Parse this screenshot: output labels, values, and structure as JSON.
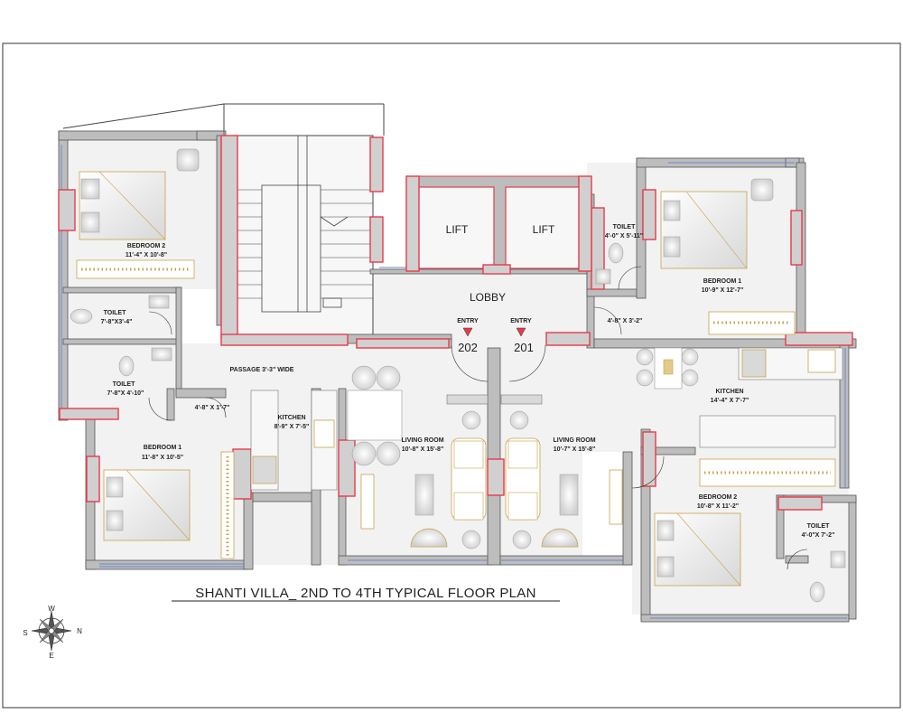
{
  "title": "SHANTI VILLA_ 2ND TO 4TH  TYPICAL FLOOR PLAN",
  "colors": {
    "wall": "#bdbdbd",
    "wall_outline": "#555555",
    "accent": "#e83a4a",
    "floor": "#f2f2f2",
    "furniture": "#c9a24a",
    "glass": "#6f86c9"
  },
  "core": {
    "lift_1": "LIFT",
    "lift_2": "LIFT",
    "lobby": "LOBBY",
    "entry_1": "ENTRY",
    "entry_2": "ENTRY",
    "flat_1": "202",
    "flat_2": "201",
    "passage": "PASSAGE 3'-3\" WIDE"
  },
  "flat_202": {
    "bedroom2_name": "BEDROOM 2",
    "bedroom2_size": "11'-4\" X 10'-8\"",
    "toilet1_name": "TOILET",
    "toilet1_size": "7'-8\"X3'-4\"",
    "toilet2_name": "TOILET",
    "toilet2_size": "7'-8\"X 4'-10\"",
    "bedroom1_name": "BEDROOM 1",
    "bedroom1_size": "11'-8\" X 10'-5\"",
    "lobby_size": "4'-8\" X 1'-7\"",
    "kitchen_name": "KITCHEN",
    "kitchen_size": "8'-9\" X 7'-5\"",
    "living_name": "LIVING ROOM",
    "living_size": "10'-8\" X 15'-8\""
  },
  "flat_201": {
    "toilet1_name": "TOILET",
    "toilet1_size": "4'-0\" X 5'-11\"",
    "bedroom1_name": "BEDROOM 1",
    "bedroom1_size": "10'-9\" X 12'-7\"",
    "lobby_size": "4'-8\" X 3'-2\"",
    "kitchen_name": "KITCHEN",
    "kitchen_size": "14'-4\" X 7'-7\"",
    "living_name": "LIVING ROOM",
    "living_size": "10'-7\" X 15'-8\"",
    "bedroom2_name": "BEDROOM 2",
    "bedroom2_size": "10'-8\" X 11'-2\"",
    "toilet2_name": "TOILET",
    "toilet2_size": "4'-0\"X 7'-2\""
  },
  "compass": {
    "w": "W",
    "n": "N",
    "s": "S",
    "e": "E"
  }
}
